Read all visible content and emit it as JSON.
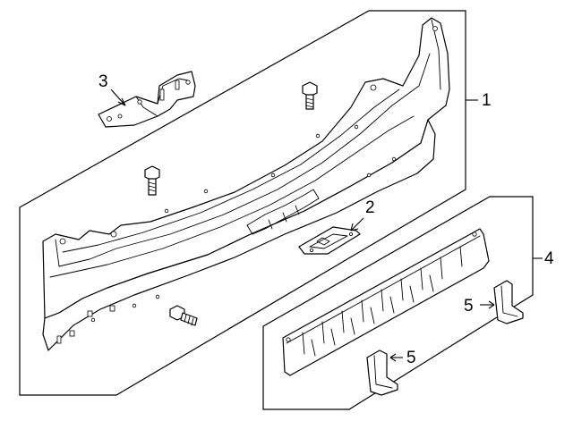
{
  "callouts": {
    "c1": "1",
    "c2": "2",
    "c3": "3",
    "c4": "4",
    "c5a": "5",
    "c5b": "5"
  },
  "colors": {
    "line": "#000000",
    "background": "#ffffff"
  }
}
